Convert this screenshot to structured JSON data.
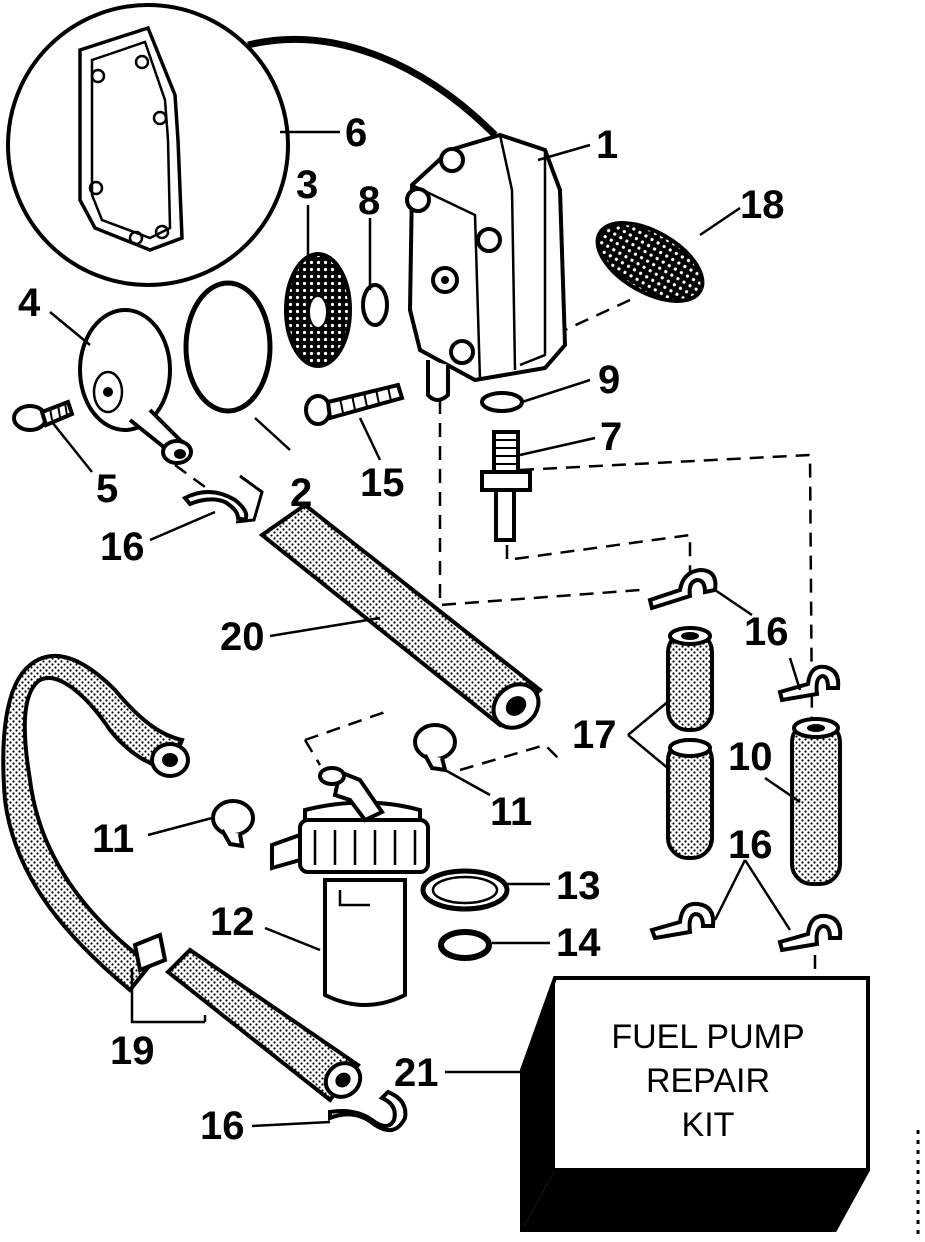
{
  "diagram": {
    "callouts": {
      "c1": "1",
      "c2": "2",
      "c3": "3",
      "c4": "4",
      "c5": "5",
      "c6": "6",
      "c7": "7",
      "c8": "8",
      "c9": "9",
      "c10": "10",
      "c11a": "11",
      "c11b": "11",
      "c12": "12",
      "c13": "13",
      "c14": "14",
      "c15": "15",
      "c16a": "16",
      "c16b": "16",
      "c16c": "16",
      "c16d": "16",
      "c17": "17",
      "c18": "18",
      "c19": "19",
      "c20": "20",
      "c21": "21"
    },
    "kit_box": {
      "line1": "FUEL PUMP",
      "line2": "REPAIR",
      "line3": "KIT"
    }
  }
}
